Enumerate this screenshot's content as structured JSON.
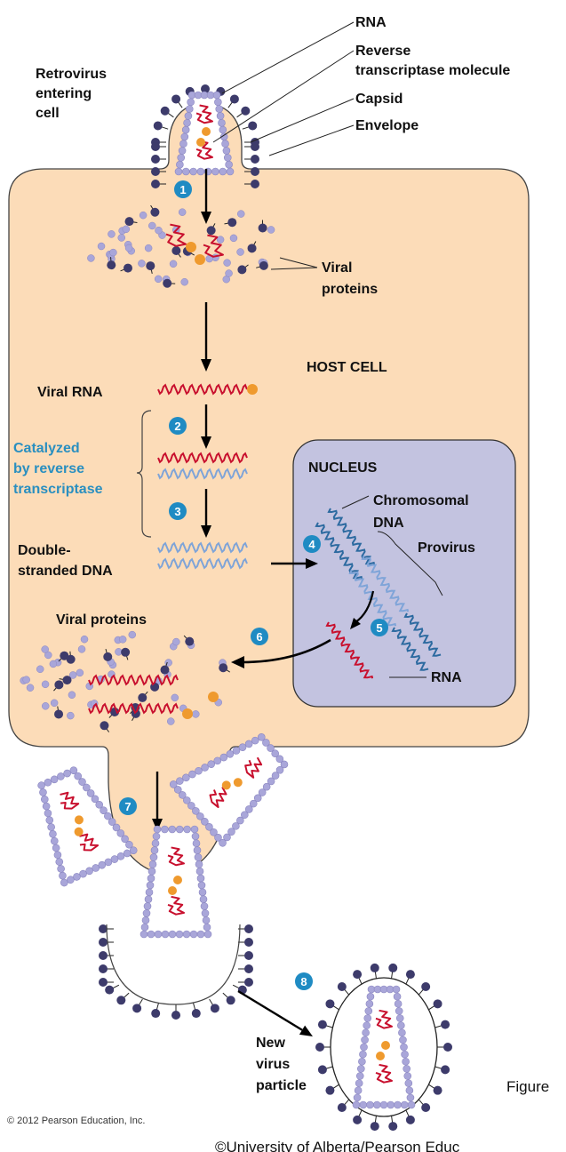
{
  "colors": {
    "cell_fill": "#fcdcb8",
    "nucleus_fill": "#c3c3e0",
    "capsid_bead": "#a9a6d9",
    "glycoprotein": "#3d3b6b",
    "rna": "#c8102e",
    "dna_dark": "#2c6aa0",
    "dna_light": "#7fa4d8",
    "rt_enzyme": "#ef9a2e",
    "step_badge": "#1f8bc3",
    "annotation_blue": "#2a8fc0"
  },
  "labels": {
    "rna_top": "RNA",
    "reverse_line1": "Reverse",
    "reverse_line2": "transcriptase molecule",
    "capsid": "Capsid",
    "envelope": "Envelope",
    "retrovirus_line1": "Retrovirus",
    "retrovirus_line2": "entering",
    "retrovirus_line3": "cell",
    "viral_proteins_1_line1": "Viral",
    "viral_proteins_1_line2": "proteins",
    "host_cell": "HOST CELL",
    "viral_rna": "Viral RNA",
    "catalyzed_line1": "Catalyzed",
    "catalyzed_line2": "by reverse",
    "catalyzed_line3": "transcriptase",
    "double_line1": "Double-",
    "double_line2": "stranded DNA",
    "nucleus": "NUCLEUS",
    "chromosomal_line1": "Chromosomal",
    "chromosomal_line2": "DNA",
    "provirus": "Provirus",
    "rna_nucleus": "RNA",
    "viral_proteins_2": "Viral proteins",
    "new_line1": "New",
    "new_line2": "virus",
    "new_line3": "particle"
  },
  "steps": [
    "1",
    "2",
    "3",
    "4",
    "5",
    "6",
    "7",
    "8"
  ],
  "footer": {
    "copyright": "© 2012 Pearson Education, Inc.",
    "figure": "Figure",
    "credit": "©University of Alberta/Pearson Educ"
  }
}
